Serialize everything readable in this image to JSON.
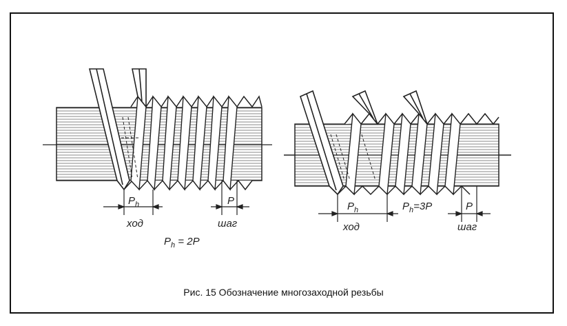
{
  "caption": "Рис. 15 Обозначение многозаходной резьбы",
  "left_diagram": {
    "lead_symbol": "P",
    "lead_subscript": "h",
    "lead_word": "ход",
    "pitch_symbol": "P",
    "pitch_word": "шаг",
    "formula": "P",
    "formula_sub": "h",
    "formula_rest": " = 2P"
  },
  "right_diagram": {
    "lead_symbol": "P",
    "lead_subscript": "h",
    "lead_word": "ход",
    "pitch_symbol": "P",
    "pitch_word": "шаг",
    "formula": "P",
    "formula_sub": "h",
    "formula_rest": "=3P"
  }
}
